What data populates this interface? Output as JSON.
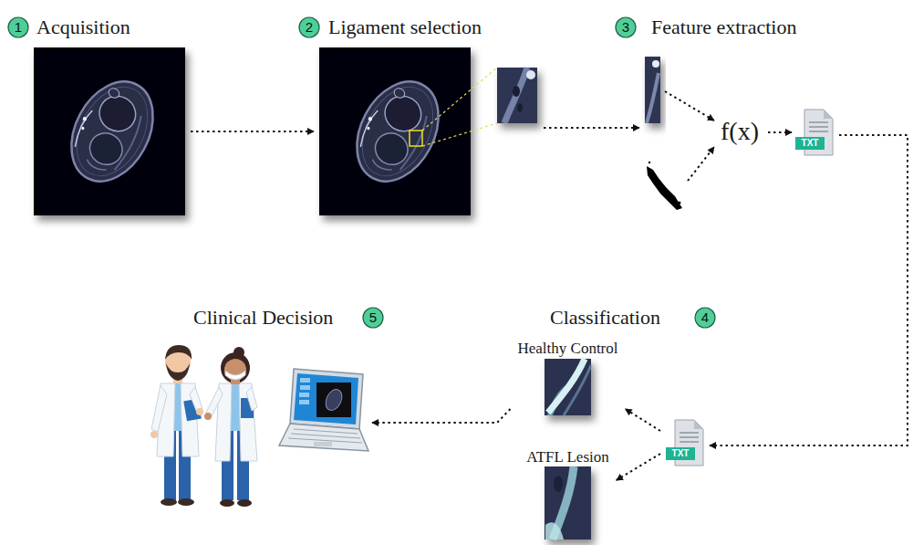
{
  "diagram": {
    "nodes": [
      {
        "text": [
          "1"
        ]
      },
      {
        "text": [
          "Acquisition"
        ]
      },
      {
        "text": [
          "2"
        ]
      },
      {
        "text": [
          "Ligament selection"
        ]
      },
      {
        "text": [
          "3"
        ]
      },
      {
        "text": [
          "Feature extraction"
        ]
      },
      {
        "text": [
          "TXT"
        ]
      },
      {
        "text": [
          "Clinical Decision"
        ]
      },
      {
        "text": [
          "5"
        ]
      },
      {
        "text": [
          "4"
        ]
      },
      {
        "text": [
          "Healthy Control"
        ]
      },
      {
        "text": [
          "TXT"
        ]
      },
      {
        "text": [
          "ATFL Lesion"
        ]
      }
    ],
    "edges": [
      {
        "from": 1,
        "to": 3,
        "arrow": "to"
      },
      {
        "from": 3,
        "to": 5,
        "arrow": "to"
      },
      {
        "from": 6,
        "to": 11,
        "arrow": "to"
      },
      {
        "from": 11,
        "to": 10,
        "arrow": "to"
      },
      {
        "from": 11,
        "to": 12,
        "arrow": "to"
      },
      {
        "from": 10,
        "to": 7,
        "arrow": "to"
      }
    ],
    "labels": [
      "Classification",
      "f(x)"
    ]
  }
}
